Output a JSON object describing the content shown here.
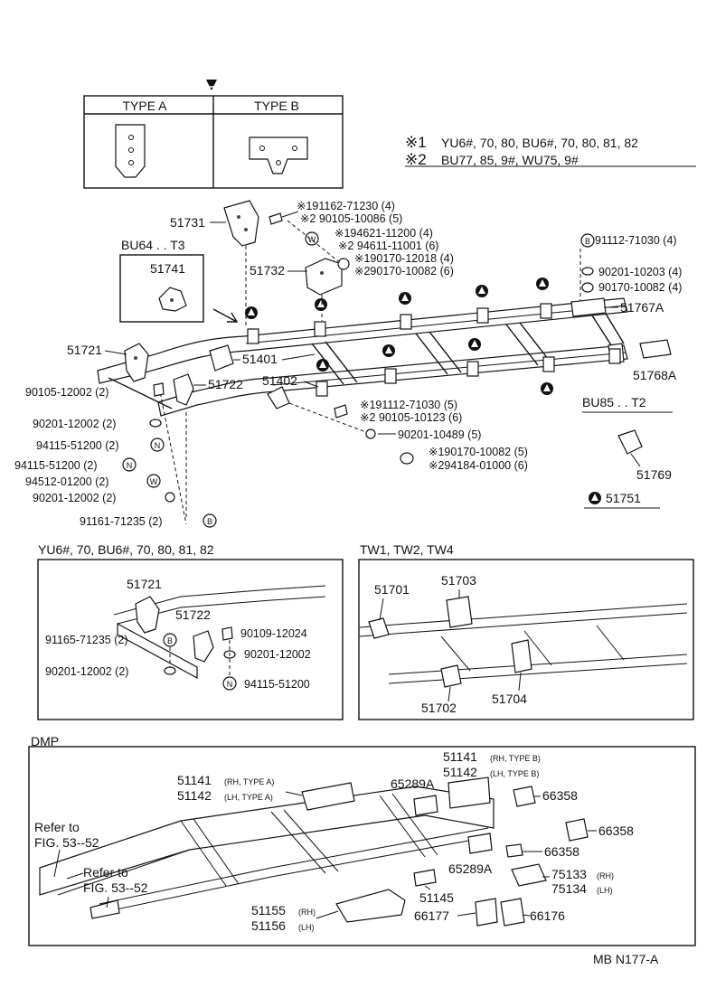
{
  "type_box": {
    "type_a": "TYPE A",
    "type_b": "TYPE B"
  },
  "notes": [
    {
      "mark": "※1",
      "text": "YU6#, 70, 80, BU6#, 70, 80, 81, 82"
    },
    {
      "mark": "※2",
      "text": "BU77, 85, 9#, WU75, 9#"
    }
  ],
  "callouts": {
    "bu64": "BU64 . . T3",
    "bu85": "BU85 . . T2",
    "p51741": "51741",
    "p51731": "51731",
    "p51732": "51732",
    "p51721": "51721",
    "p51401": "51401",
    "p51402": "51402",
    "p51722": "51722",
    "p51767a": "51767A",
    "p51768a": "51768A",
    "p51769": "51769",
    "p51751": "51751"
  },
  "bolts_top": [
    "※191162-71230 (4)",
    "※2 90105-10086 (5)",
    "※194621-11200 (4)",
    "※2 94611-11001 (6)",
    "※190170-12018 (4)",
    "※290170-10082 (6)"
  ],
  "bolts_right": [
    "91112-71030 (4)",
    "90201-10203 (4)",
    "90170-10082 (4)"
  ],
  "bolts_mid": [
    "※191112-71030 (5)",
    "※2 90105-10123 (6)",
    "90201-10489 (5)",
    "※190170-10082 (5)",
    "※294184-01000 (6)"
  ],
  "bolts_left": [
    "90105-12002 (2)",
    "90201-12002 (2)",
    "94115-51200 (2)",
    "94115-51200 (2)",
    "94512-01200 (2)",
    "90201-12002 (2)",
    "91161-71235 (2)"
  ],
  "panel_yu": {
    "title": "YU6#, 70, BU6#, 70, 80, 81, 82",
    "labels": [
      "51721",
      "51722",
      "91165-71235 (2)",
      "90201-12002 (2)",
      "90109-12024",
      "90201-12002",
      "94115-51200"
    ]
  },
  "panel_tw": {
    "title": "TW1, TW2, TW4",
    "labels": [
      "51701",
      "51703",
      "51702",
      "51704"
    ]
  },
  "panel_dmp": {
    "title": "DMP",
    "refer_1": [
      "Refer to",
      "FIG. 53--52"
    ],
    "refer_2": [
      "Refer to",
      "FIG. 53--52"
    ],
    "labels": {
      "a1": "51141",
      "a1s": "(RH, TYPE A)",
      "a2": "51142",
      "a2s": "(LH, TYPE A)",
      "b1": "51141",
      "b1s": "(RH, TYPE B)",
      "b2": "51142",
      "b2s": "(LH, TYPE B)",
      "p65289a_1": "65289A",
      "p65289a_2": "65289A",
      "p66358_1": "66358",
      "p66358_2": "66358",
      "p66358_3": "66358",
      "p75133": "75133",
      "p75133s": "(RH)",
      "p75134": "75134",
      "p75134s": "(LH)",
      "p51145": "51145",
      "p51155": "51155",
      "p51155s": "(RH)",
      "p51156": "51156",
      "p51156s": "(LH)",
      "p66177": "66177",
      "p66176": "66176"
    }
  },
  "footer": "MB N177-A"
}
